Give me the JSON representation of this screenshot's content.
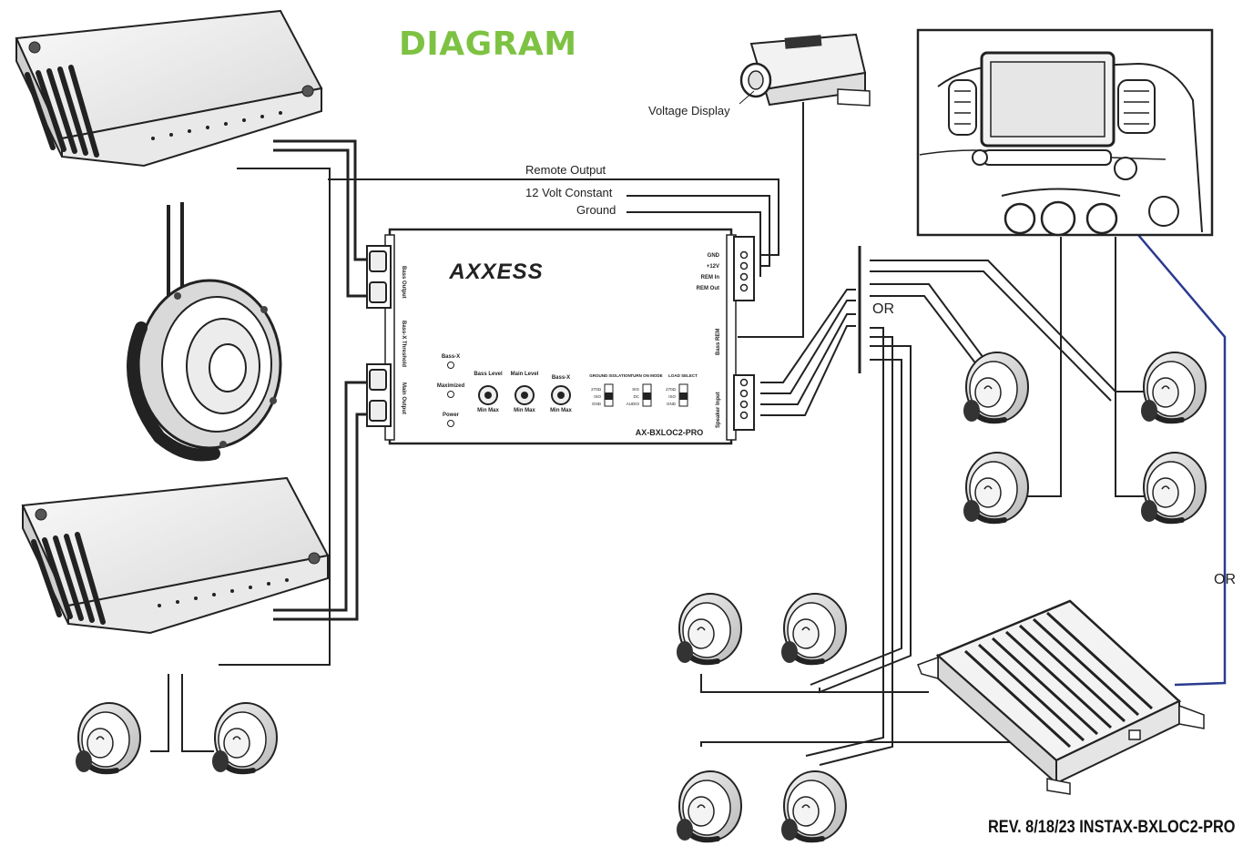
{
  "title": "DIAGRAM",
  "revision": "REV. 8/18/23 INSTAX-BXLOC2-PRO",
  "wire_labels": {
    "voltage_display": "Voltage Display",
    "remote_output": "Remote Output",
    "constant_12v": "12 Volt Constant",
    "ground": "Ground",
    "or_speaker": "OR",
    "or_factory_amp": "OR"
  },
  "module": {
    "brand": "AXXESS",
    "model": "AX-BXLOC2-PRO",
    "left_port_top": "Bass Output",
    "left_port_threshold": "Bass-X Threshold",
    "left_port_bottom": "Main Output",
    "right_pins": [
      "GND",
      "+12V",
      "REM In",
      "REM Out"
    ],
    "right_port_bass_rem": "Bass REM",
    "right_port_speaker": "Speaker Input",
    "leds": [
      "Bass-X",
      "Maximized",
      "Power"
    ],
    "knobs": [
      {
        "label": "Bass Level",
        "range": "Min  Max"
      },
      {
        "label": "Main Level",
        "range": "Min  Max"
      },
      {
        "label": "Bass-X",
        "range": "Min  Max"
      }
    ],
    "switches": [
      {
        "label": "GROUND ISOLATION",
        "options": [
          "270Ω",
          "ISO",
          "GND"
        ]
      },
      {
        "label": "TURN ON MODE",
        "options": [
          "SIG",
          "DC",
          "AUDIO"
        ]
      },
      {
        "label": "LOAD SELECT",
        "options": [
          "270Ω",
          "ISO",
          "GND"
        ]
      }
    ]
  },
  "colors": {
    "title_green": "#7dc242",
    "line": "#222222",
    "factory_amp_wire": "#2b3a8f"
  }
}
